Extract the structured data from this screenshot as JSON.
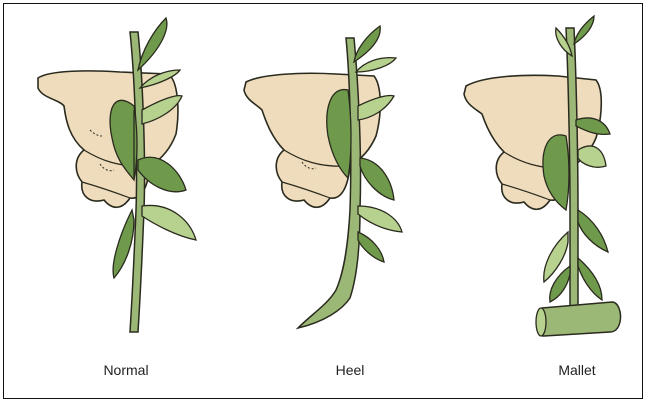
{
  "labels": {
    "normal": "Normal",
    "heel": "Heel",
    "mallet": "Mallet"
  },
  "colors": {
    "skin": "#efdcbc",
    "skin_shadow": "#e3caa0",
    "stem": "#9cb877",
    "leaf_dark": "#6f9a4c",
    "leaf_light": "#b7d28e",
    "outline": "#2a2a1e",
    "frame": "#111111"
  }
}
